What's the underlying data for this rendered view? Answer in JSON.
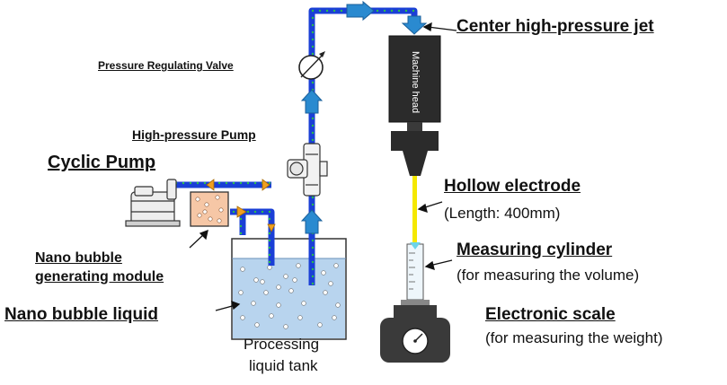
{
  "labels": {
    "center_jet": "Center high-pressure jet",
    "pressure_valve": "Pressure Regulating Valve",
    "hp_pump": "High-pressure Pump",
    "cyclic_pump": "Cyclic Pump",
    "hollow_electrode": "Hollow electrode",
    "electrode_length": "(Length: 400mm)",
    "measuring_cylinder": "Measuring cylinder",
    "cylinder_purpose": "(for measuring the volume)",
    "nano_module_line1": "Nano bubble",
    "nano_module_line2": "generating module",
    "nano_liquid": "Nano bubble liquid",
    "electronic_scale": "Electronic scale",
    "scale_purpose": "(for measuring the weight)",
    "tank_line1": "Processing",
    "tank_line2": "liquid tank",
    "machine_head": "Machine head"
  },
  "colors": {
    "pipe_blue": "#1a3fd6",
    "pipe_dots": "#2bbf4a",
    "flow_arrow_blue": "#2a8ad0",
    "flow_arrow_orange": "#f0a020",
    "liquid": "#b8d4ee",
    "module_fill": "#f6c7a6",
    "electrode_yellow": "#f5e800",
    "head_dark": "#2b2b2b",
    "scale_dark": "#3a3a3a"
  }
}
